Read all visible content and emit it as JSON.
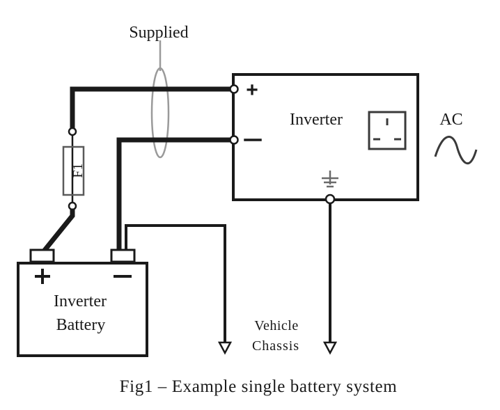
{
  "diagram": {
    "labels": {
      "supplied": "Supplied",
      "inverter": "Inverter",
      "ac": "AC",
      "fuse": "F1",
      "battery_line1": "Inverter",
      "battery_line2": "Battery",
      "chassis_line1": "Vehicle",
      "chassis_line2": "Chassis",
      "plus": "+",
      "minus": "−"
    },
    "caption": "Fig1 – Example single battery system",
    "components": [
      "inverter",
      "ac-outlet",
      "fuse-F1",
      "inverter-battery",
      "vehicle-chassis-ground",
      "supplied-cable-bundle"
    ],
    "colors": {
      "line": "#1a1a1a",
      "bundle": "#9a9a9a",
      "background": "#ffffff"
    }
  }
}
